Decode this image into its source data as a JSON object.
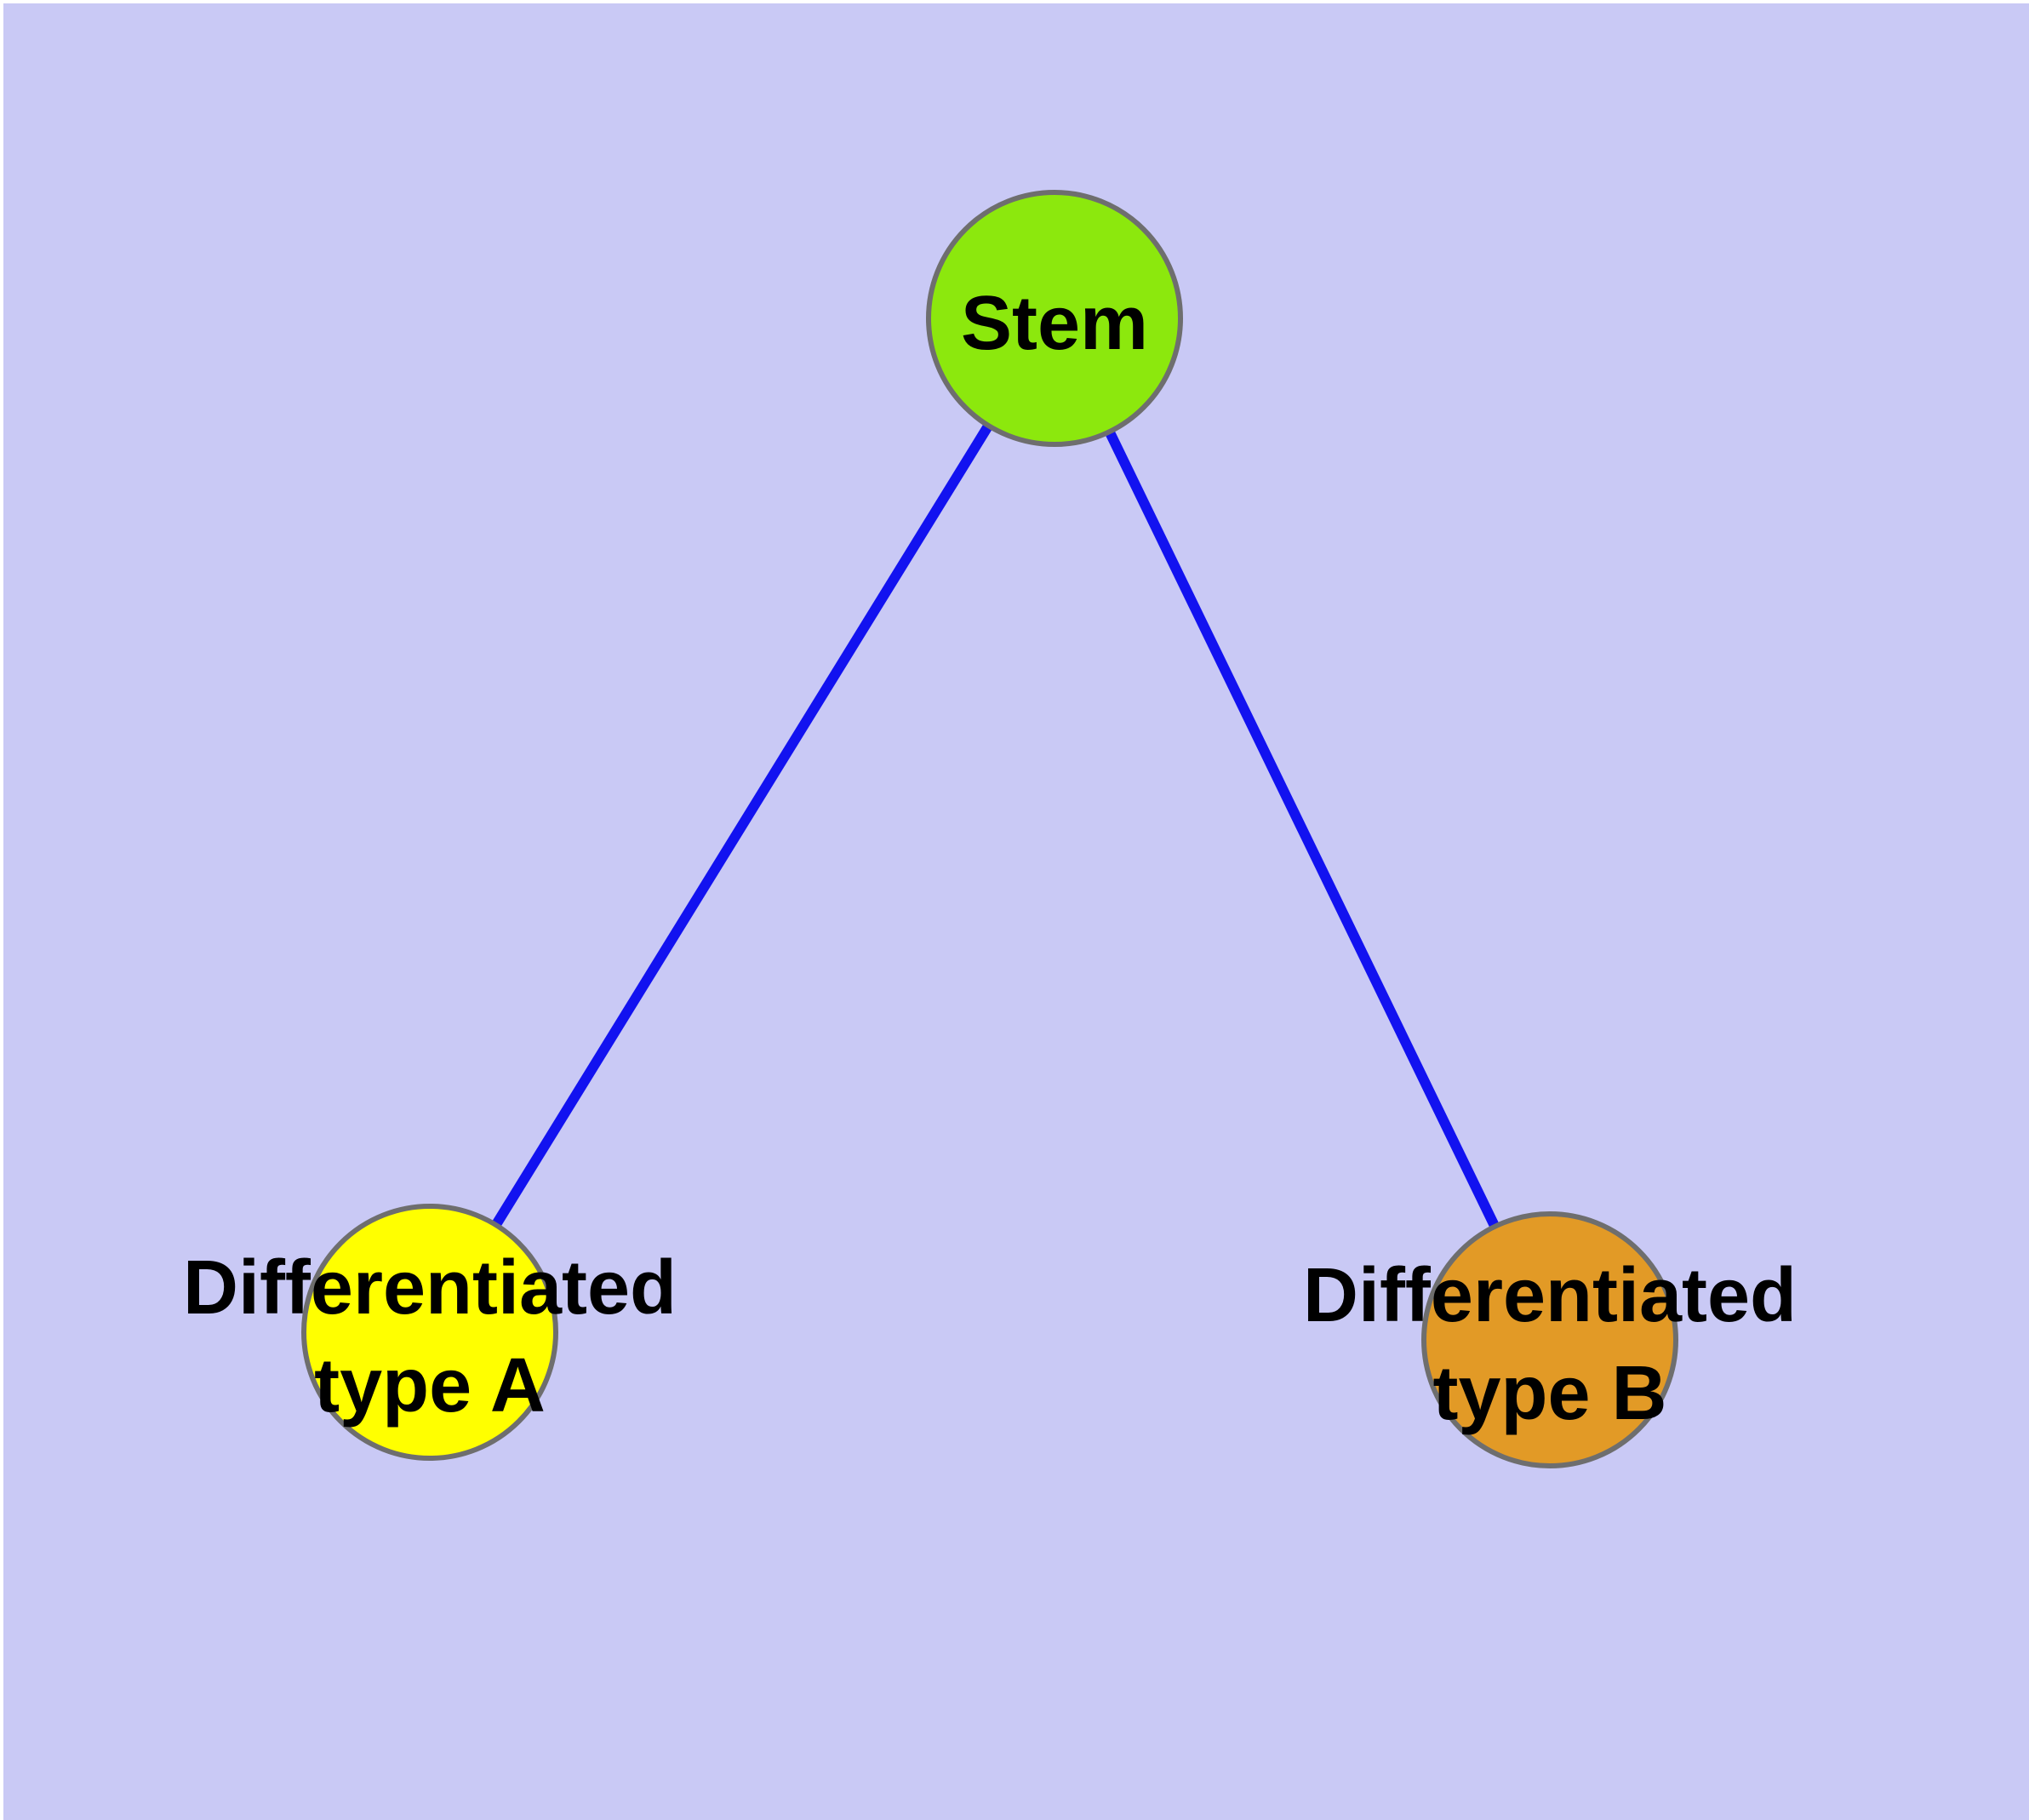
{
  "figure": {
    "type": "node-link-graph",
    "description_visible_nodes": 3,
    "description_visible_edges": 2
  },
  "colors": {
    "page_margin": "#FFFFFF",
    "background": "#C9C9F5",
    "edge": "#1212F0",
    "node_border": "#6E6E6E",
    "label_text": "#000000",
    "stem_fill": "#8CE80D",
    "type_a_fill": "#FFFF00",
    "type_b_fill": "#E29A26"
  },
  "nodes": {
    "stem": {
      "label": "Stem",
      "fill": "#8CE80D"
    },
    "type_a": {
      "label": "Differentiated type A",
      "lines": [
        "Differentiated",
        "type A"
      ],
      "fill": "#FFFF00"
    },
    "type_b": {
      "label": "Differentiated type B",
      "lines": [
        "Differentiated",
        "type B"
      ],
      "fill": "#E29A26"
    }
  },
  "edges": [
    {
      "from": "Stem",
      "to": "Differentiated type A"
    },
    {
      "from": "Stem",
      "to": "Differentiated type B"
    }
  ]
}
